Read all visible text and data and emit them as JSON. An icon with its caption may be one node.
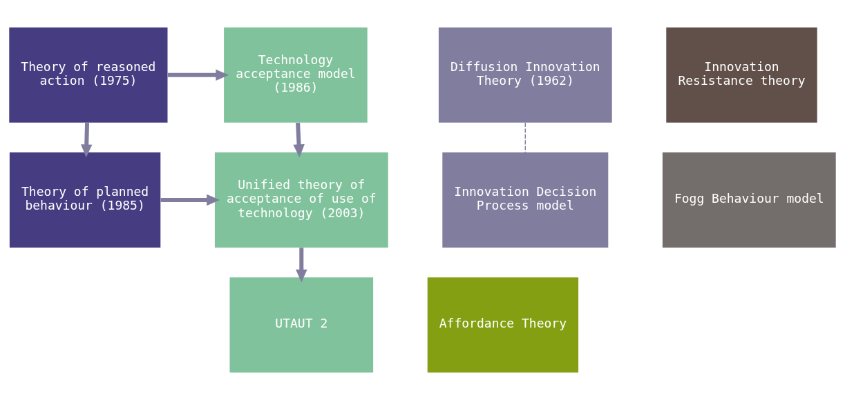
{
  "diagram": {
    "nodes": [
      {
        "text": [
          "Theory of reasoned action (1975)"
        ]
      },
      {
        "text": [
          "Technology acceptance model (1986)"
        ]
      },
      {
        "text": [
          "Diffusion Innovation Theory (1962)"
        ]
      },
      {
        "text": [
          "Innovation Resistance theory"
        ]
      },
      {
        "text": [
          "Theory of planned behaviour (1985)"
        ]
      },
      {
        "text": [
          "Unified theory of acceptance of use of technology (2003)"
        ]
      },
      {
        "text": [
          "Innovation Decision Process model"
        ]
      },
      {
        "text": [
          "Fogg Behaviour model"
        ]
      },
      {
        "text": [
          "UTAUT 2"
        ]
      },
      {
        "text": [
          "Affordance Theory"
        ]
      }
    ],
    "edges": [
      {
        "from": 0,
        "to": 1,
        "arrow": "to"
      },
      {
        "from": 0,
        "to": 4,
        "arrow": "to"
      },
      {
        "from": 1,
        "to": 5,
        "arrow": "to"
      },
      {
        "from": 4,
        "to": 5,
        "arrow": "to"
      },
      {
        "from": 5,
        "to": 8,
        "arrow": "to"
      },
      {
        "from": 2,
        "to": 6,
        "arrow": "none",
        "style": "dashed"
      }
    ]
  }
}
